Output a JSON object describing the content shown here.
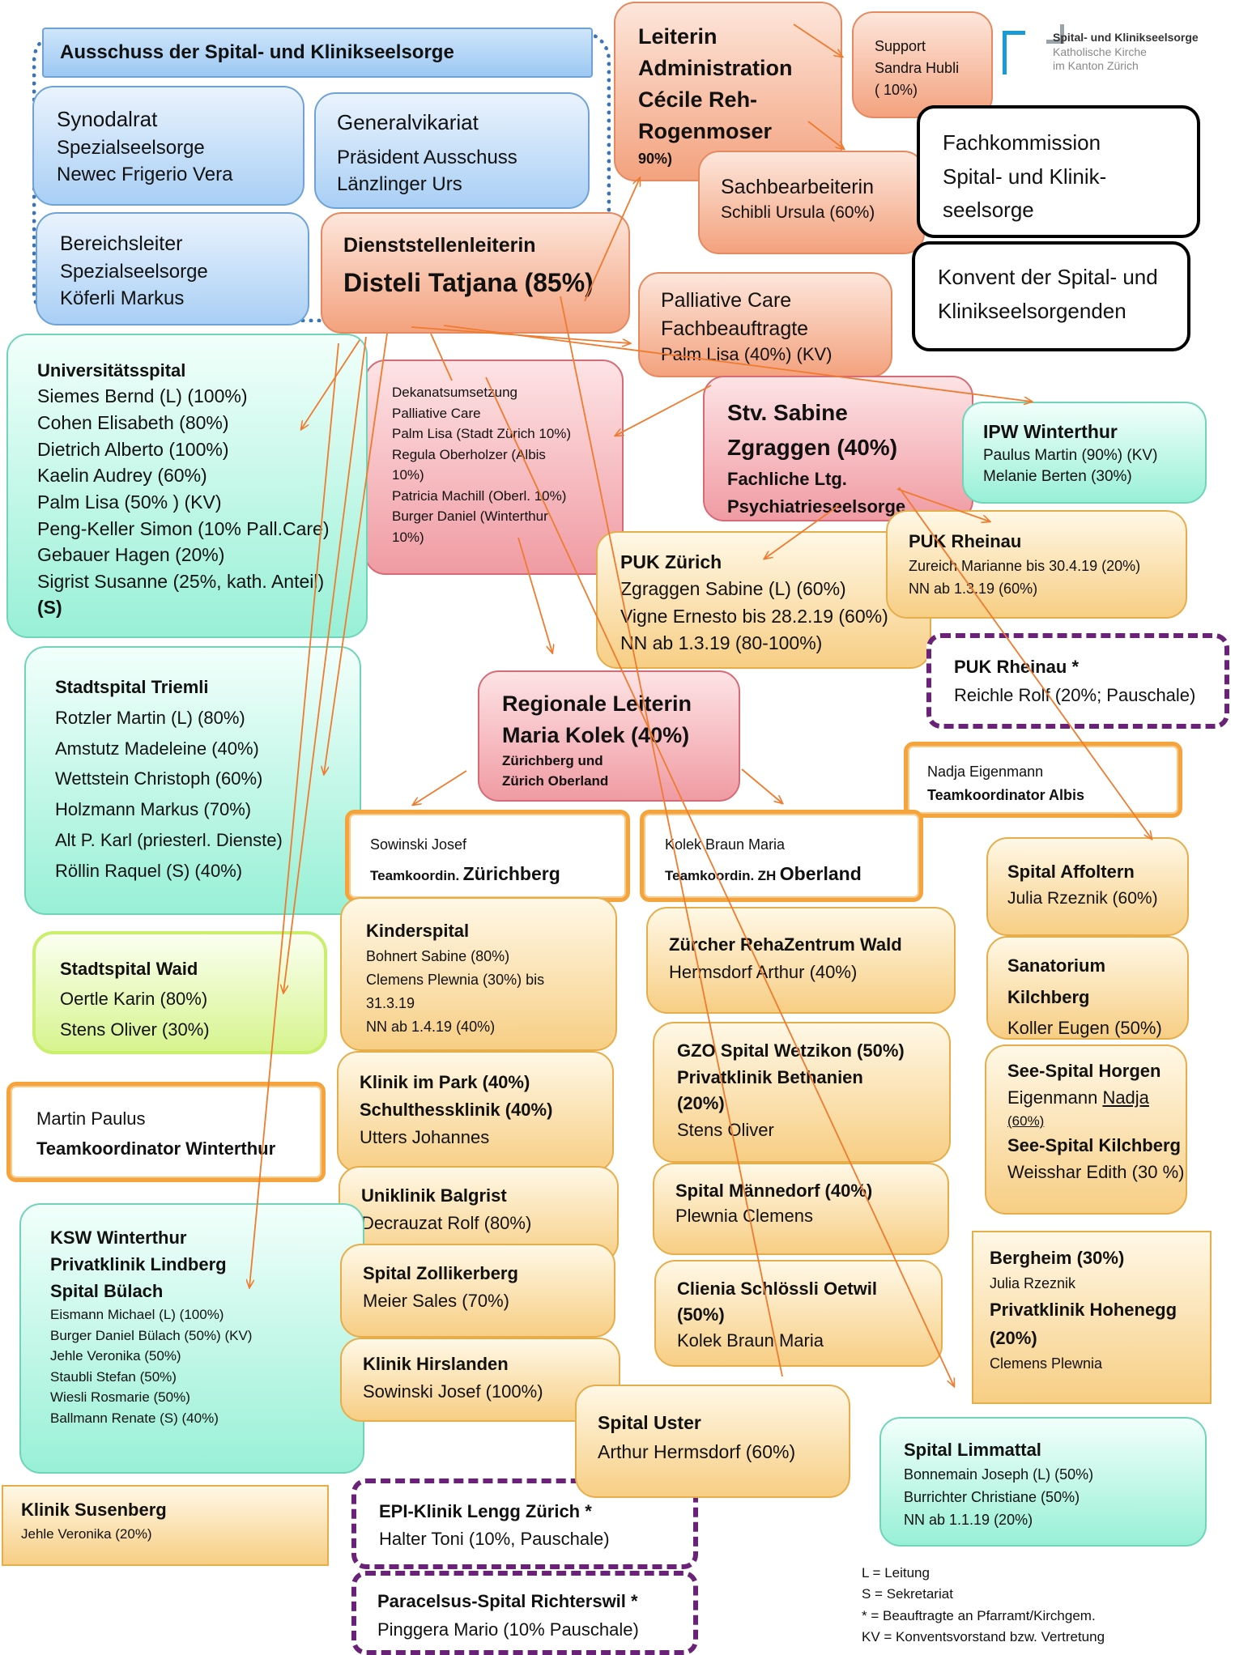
{
  "logo": {
    "line1": "Spital- und Klinikseelsorge",
    "line2": "Katholische Kirche",
    "line3": "im Kanton Zürich",
    "color": "#1a9ad6"
  },
  "ausschuss": {
    "title": "Ausschuss der Spital- und Klinikseelsorge"
  },
  "synodalrat": [
    "Synodalrat",
    "Spezialseelsorge",
    "Newec Frigerio Vera"
  ],
  "generalvikariat": [
    "Generalvikariat",
    "Präsident Ausschuss",
    "Länzlinger Urs"
  ],
  "bereichsleiter": [
    "Bereichsleiter",
    "Spezialseelsorge",
    "Köferli Markus"
  ],
  "leiterin_admin": [
    "Leiterin",
    "Administration",
    "Cécile Reh-",
    "Rogenmoser",
    "90%)"
  ],
  "support": [
    "Support",
    "Sandra Hubli",
    "( 10%)"
  ],
  "sachbearbeiterin": [
    "Sachbearbeiterin",
    "Schibli Ursula (60%)"
  ],
  "fachkommission": [
    "Fachkommission",
    "Spital- und Klinik-",
    "seelsorge"
  ],
  "konvent": [
    "Konvent der Spital- und",
    "Klinikseelsorgenden"
  ],
  "dienststellenleiterin": [
    "Dienststellenleiterin",
    "Disteli Tatjana (85%)"
  ],
  "palliative": [
    "Palliative Care",
    "Fachbeauftragte",
    "Palm Lisa (40%) (KV)"
  ],
  "dekanat": [
    "Dekanatsumsetzung",
    "Palliative Care",
    "Palm Lisa (Stadt Zürich 10%)",
    "Regula Oberholzer (Albis",
    "10%)",
    "Patricia Machill (Oberl. 10%)",
    "Burger Daniel (Winterthur",
    "10%)"
  ],
  "stv": [
    "Stv. Sabine",
    "Zgraggen (40%)",
    "Fachliche Ltg.",
    "Psychiatrieseelsorge"
  ],
  "ipw": [
    "IPW Winterthur",
    "Paulus Martin (90%)  (KV)",
    "Melanie Berten (30%)"
  ],
  "unispital": [
    "Universitätsspital",
    "Siemes Bernd (L) (100%)",
    "Cohen Elisabeth (80%)",
    "Dietrich Alberto (100%)",
    "Kaelin Audrey (60%)",
    "Palm Lisa (50% )  (KV)",
    "Peng-Keller Simon (10% Pall.Care)",
    "Gebauer Hagen (20%)",
    "Sigrist Susanne (25%, kath. Anteil)",
    "(S)"
  ],
  "puk_zuerich": [
    "PUK Zürich",
    "Zgraggen Sabine (L) (60%)",
    "Vigne Ernesto bis 28.2.19 (60%)",
    "NN ab 1.3.19 (80-100%)"
  ],
  "puk_rheinau": [
    "PUK Rheinau",
    "Zureich Marianne bis 30.4.19 (20%)",
    "NN ab 1.3.19 (60%)"
  ],
  "puk_rheinau2": [
    "PUK Rheinau  *",
    "Reichle Rolf (20%; Pauschale)"
  ],
  "triemli": [
    "Stadtspital Triemli",
    "Rotzler Martin (L) (80%)",
    "Amstutz Madeleine (40%)",
    "Wettstein Christoph (60%)",
    "Holzmann Markus (70%)",
    "Alt P. Karl (priesterl. Dienste)",
    "Röllin Raquel (S) (40%)"
  ],
  "regionale": [
    "Regionale Leiterin",
    "Maria Kolek (40%)",
    "Zürichberg  und",
    "Zürich Oberland"
  ],
  "albis": [
    "Nadja Eigenmann",
    "Teamkoordinator Albis"
  ],
  "sowinski": [
    "Sowinski Josef",
    "Teamkoordin.",
    "Zürichberg"
  ],
  "kolekbraun": [
    "Kolek Braun Maria",
    "Teamkoordin.",
    "ZH",
    "Oberland"
  ],
  "affoltern": [
    "Spital Affoltern",
    "Julia Rzeznik (60%)"
  ],
  "waid": [
    "Stadtspital Waid",
    "Oertle Karin (80%)",
    "Stens Oliver (30%)"
  ],
  "kinderspital": [
    "Kinderspital",
    "Bohnert Sabine (80%)",
    "Clemens Plewnia (30%) bis",
    "31.3.19",
    "NN ab 1.4.19 (40%)"
  ],
  "rehazentrum": [
    "Zürcher RehaZentrum Wald",
    "Hermsdorf Arthur (40%)"
  ],
  "sanatorium": [
    "Sanatorium",
    "Kilchberg",
    "Koller Eugen (50%)"
  ],
  "martinpaulus": [
    "Martin Paulus",
    "Teamkoordinator Winterthur"
  ],
  "klinikpark": [
    "Klinik im Park (40%)",
    "Schulthessklinik (40%)",
    "Utters Johannes"
  ],
  "gzo": [
    "GZO Spital Wetzikon (50%)",
    "Privatklinik Bethanien",
    "(20%)",
    "Stens Oliver"
  ],
  "horgen": [
    "See-Spital Horgen",
    "Eigenmann",
    "Nadja",
    "(60%)",
    "See-Spital Kilchberg",
    "Weisshar Edith (30 %)"
  ],
  "balgrist": [
    "Uniklinik Balgrist",
    "Decrauzat Rolf (80%)"
  ],
  "maennedorf": [
    "Spital Männedorf (40%)",
    "Plewnia Clemens"
  ],
  "ksw": [
    "KSW Winterthur",
    "Privatklinik Lindberg",
    "Spital Bülach",
    "Eismann Michael (L) (100%)",
    "Burger Daniel Bülach (50%) (KV)",
    "Jehle Veronika (50%)",
    "Staubli Stefan (50%)",
    "Wiesli Rosmarie (50%)",
    "Ballmann Renate (S) (40%)"
  ],
  "zollikerberg": [
    "Spital Zollikerberg",
    "Meier Sales (70%)"
  ],
  "clienia": [
    "Clienia Schlössli Oetwil",
    "(50%)",
    "Kolek Braun Maria"
  ],
  "bergheim": [
    "Bergheim (30%)",
    "Julia Rzeznik",
    "Privatklinik Hohenegg",
    "(20%)",
    "Clemens Plewnia"
  ],
  "hirslanden": [
    "Klinik Hirslanden",
    "Sowinski Josef (100%)"
  ],
  "uster": [
    "Spital Uster",
    "Arthur Hermsdorf (60%)"
  ],
  "limmattal": [
    "Spital Limmattal",
    "Bonnemain Joseph (L) (50%)",
    "Burrichter Christiane (50%)",
    "NN ab 1.1.19 (20%)"
  ],
  "susenberg": [
    "Klinik Susenberg",
    "Jehle Veronika (20%)"
  ],
  "epi": [
    "EPI-Klinik Lengg Zürich  *",
    "Halter Toni (10%, Pauschale)"
  ],
  "paracelsus": [
    "Paracelsus-Spital Richterswil  *",
    "Pinggera Mario (10% Pauschale)"
  ],
  "legend": [
    "L  =  Leitung",
    "S  =  Sekretariat",
    "*  =  Beauftragte an Pfarramt/Kirchgem.",
    "KV = Konventsvorstand bzw. Vertretung"
  ],
  "arrow_color": "#ef7b2e"
}
